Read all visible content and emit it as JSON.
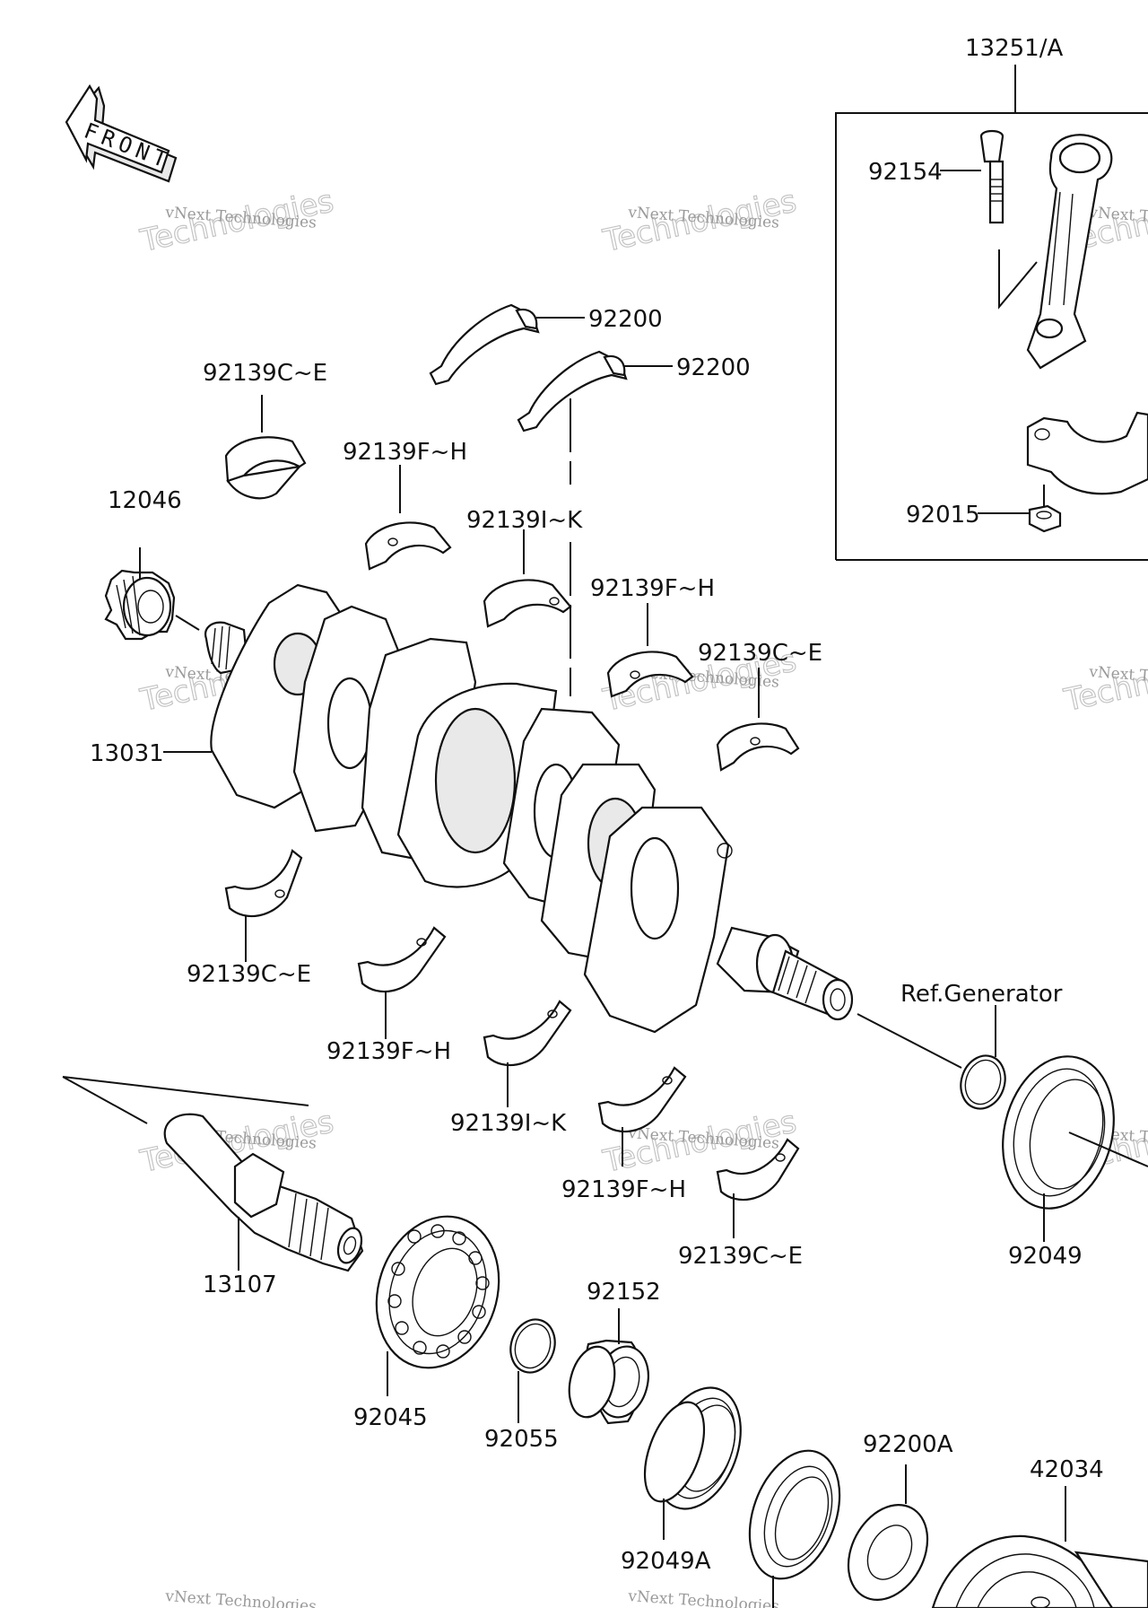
{
  "front_arrow": {
    "label": "FRONT"
  },
  "watermark": {
    "line1": "vNext Technologies",
    "line2": "Technologies"
  },
  "labels": {
    "conrod_assy": "13251/A",
    "bolt_92154": "92154",
    "nut_92015": "92015",
    "thrust_a": "92200",
    "thrust_b": "92200",
    "brg_ce_1": "92139C~E",
    "brg_fh_1": "92139F~H",
    "brg_ik_1": "92139I~K",
    "brg_fh_2": "92139F~H",
    "brg_ce_2": "92139C~E",
    "gear_12046": "12046",
    "crank_13031": "13031",
    "brg_ce_3": "92139C~E",
    "brg_fh_3": "92139F~H",
    "brg_ik_2": "92139I~K",
    "brg_fh_4": "92139F~H",
    "brg_ce_4": "92139C~E",
    "ref_generator": "Ref.Generator",
    "seal_92049": "92049",
    "shaft_13107": "13107",
    "bearing_92045": "92045",
    "ring_92055": "92055",
    "collar_92152": "92152",
    "seal_92049a": "92049A",
    "washer_92200a": "92200A",
    "pulley_42034": "42034"
  }
}
